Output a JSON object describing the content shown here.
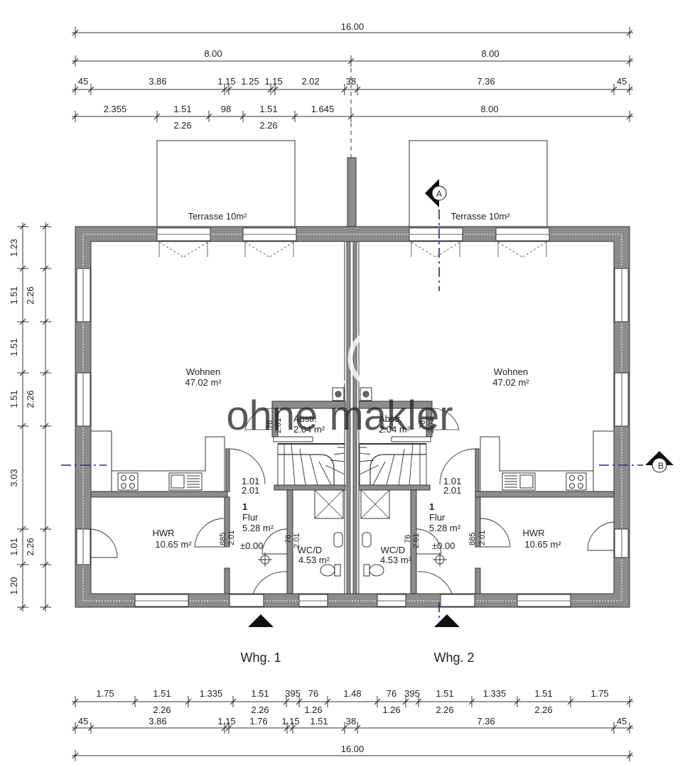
{
  "top_dims": {
    "row1": [
      "16.00"
    ],
    "row2": [
      "8.00",
      "8.00"
    ],
    "row3": [
      "45",
      "3.86",
      "1.15",
      "1.25",
      "1.15",
      "2.02",
      "38",
      "7.36",
      "45"
    ],
    "row4_top": [
      "2.355",
      "1.51",
      "98",
      "1.51",
      "1.645",
      "8.00"
    ],
    "row4_bottom": [
      "2.26",
      "2.26"
    ]
  },
  "bottom_dims": {
    "row1_top": [
      "1.75",
      "1.51",
      "1.335",
      "1.51",
      "395",
      "76",
      "1.48",
      "76",
      "395",
      "1.51",
      "1.335",
      "1.51",
      "1.75"
    ],
    "row1_bottom": [
      "2.26",
      "2.26",
      "1.26",
      "1.26",
      "2.26",
      "2.26"
    ],
    "row2": [
      "45",
      "3.86",
      "1.15",
      "1.76",
      "1.15",
      "1.51",
      "38",
      "7.36",
      "45"
    ],
    "row3": [
      "16.00"
    ]
  },
  "left_dims": {
    "outer": [
      "1.23",
      "1.51",
      "1.51",
      "1.51",
      "3.03",
      "1.01",
      "1.20"
    ],
    "inner": [
      "2.26",
      "2.26",
      "2.26"
    ]
  },
  "rooms": {
    "left": {
      "terrace": "Terrasse 10m²",
      "living_name": "Wohnen",
      "living_area": "47.02 m²",
      "abstr_name": "Abstr.",
      "abstr_area": "2.04 m²",
      "hall_num": "1",
      "hall_name": "Flur",
      "hall_area": "5.28 m²",
      "hall_level": "±0.00",
      "hall_door": "1.01",
      "hall_door_h": "2.01",
      "hwr_name": "HWR",
      "hwr_area": "10.65 m²",
      "hwr_door_w": "885",
      "hwr_door_h": "2.01",
      "wc_name": "WC/D",
      "wc_area": "4.53 m²",
      "wc_door_w": "76",
      "wc_door_h": "2.01",
      "stair_w": "76",
      "stair_h": "2.01",
      "unit": "Whg. 1"
    },
    "right": {
      "terrace": "Terrasse 10m²",
      "living_name": "Wohnen",
      "living_area": "47.02 m²",
      "abstr_name": "Abstr.",
      "abstr_area": "2.04 m²",
      "hall_num": "1",
      "hall_name": "Flur",
      "hall_area": "5.28 m²",
      "hall_level": "±0.00",
      "hall_door": "1.01",
      "hall_door_h": "2.01",
      "hwr_name": "HWR",
      "hwr_area": "10.65 m²",
      "hwr_door_w": "885",
      "hwr_door_h": "2.01",
      "wc_name": "WC/D",
      "wc_area": "4.53 m²",
      "wc_door_w": "76",
      "wc_door_h": "2.01",
      "stair_w": "76",
      "stair_h": "2.01",
      "unit": "Whg. 2"
    }
  },
  "sections": {
    "a": "A",
    "b": "B"
  },
  "watermark": "ohne makler",
  "colors": {
    "wall": "#8c8c8c",
    "wall_dark": "#4a4a4a",
    "section_line": "#1a2a9a",
    "line": "#333333"
  }
}
